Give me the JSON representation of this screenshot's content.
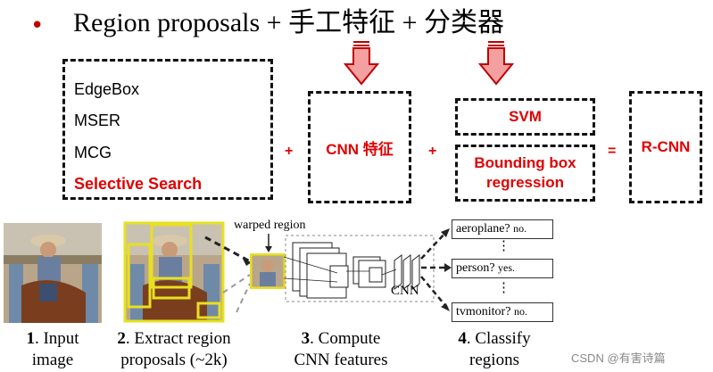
{
  "header": {
    "bullet": "•",
    "title": "Region proposals + 手工特征 + 分类器"
  },
  "proposal_box": {
    "items": [
      "EdgeBox",
      "MSER",
      "MCG"
    ],
    "highlight": "Selective Search"
  },
  "operators": {
    "plus1": "+",
    "plus2": "+",
    "equals": "="
  },
  "feature_box": {
    "label": "CNN 特征"
  },
  "classifier_boxes": {
    "svm": "SVM",
    "bbox": "Bounding box regression"
  },
  "result_box": {
    "label": "R-CNN"
  },
  "pipeline": {
    "warped_label": "warped region",
    "cnn_label": "CNN",
    "classes": [
      {
        "label": "aeroplane?",
        "answer": "no."
      },
      {
        "label": "person?",
        "answer": "yes."
      },
      {
        "label": "tvmonitor?",
        "answer": "no."
      }
    ],
    "ellipsis": "⋮",
    "steps": [
      {
        "num": "1",
        "line1": ". Input",
        "line2": "image"
      },
      {
        "num": "2",
        "line1": ". Extract region",
        "line2": "proposals (~2k)"
      },
      {
        "num": "3",
        "line1": ". Compute",
        "line2": "CNN features"
      },
      {
        "num": "4",
        "line1": ". Classify",
        "line2": "regions"
      }
    ]
  },
  "watermark": "CSDN @有害诗篇",
  "colors": {
    "accent_red": "#e00000",
    "arrow_fill": "#f08080",
    "highlight_yellow": "#e8e020"
  }
}
